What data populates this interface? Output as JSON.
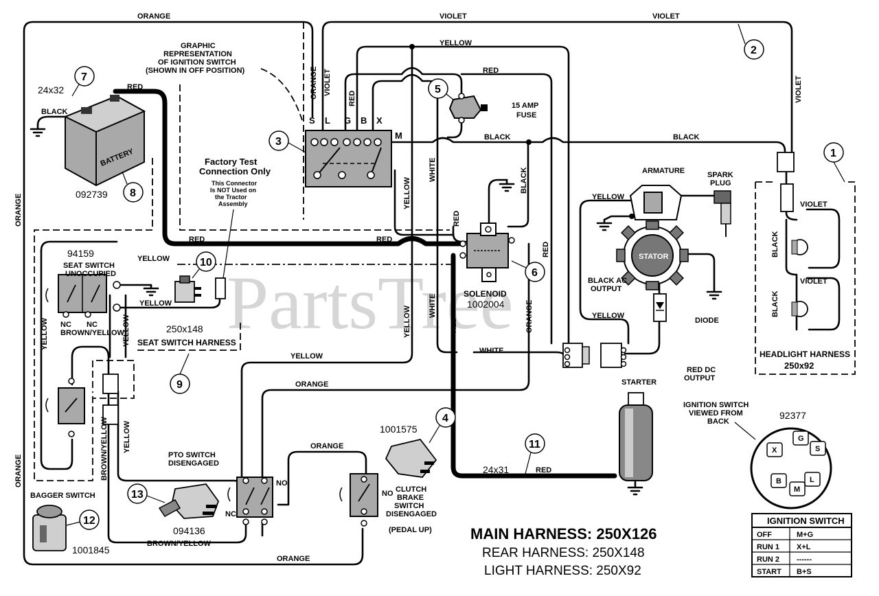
{
  "watermark": "PartsTree",
  "watermark_tm": "TM",
  "wire_labels": {
    "orange_top": "ORANGE",
    "violet_top": "VIOLET",
    "violet_top_right": "VIOLET",
    "violet_right_vertical": "VIOLET",
    "yellow_top": "YELLOW",
    "red_top": "RED",
    "black_mid": "BLACK",
    "black_right": "BLACK",
    "black_solenoid": "BLACK",
    "red_battery": "RED",
    "black_battery": "BLACK",
    "orange_vertical_ign": "ORANGE",
    "violet_vertical_ign": "VIOLET",
    "red_vertical_ign": "RED",
    "yellow_vertical_mid": "YELLOW",
    "white_vertical_top": "WHITE",
    "red_solenoid_side": "RED",
    "red_main_left": "RED",
    "red_main_mid": "RED",
    "white_vertical_low": "WHITE",
    "red_vertical_low": "RED",
    "yellow_vertical_low": "YELLOW",
    "orange_vertical_low": "ORANGE",
    "red_right_vertical": "RED",
    "white_bottom": "WHITE",
    "yellow_seat_top": "YELLOW",
    "yellow_seat_mid": "YELLOW",
    "yellow_bottom_mid": "YELLOW",
    "orange_mid": "ORANGE",
    "orange_clutch": "ORANGE",
    "orange_bottom": "ORANGE",
    "orange_left_top": "ORANGE",
    "orange_left_bottom": "ORANGE",
    "yellow_left_vertical": "YELLOW",
    "yellow_seat_vertical": "YELLOW",
    "brown_yellow_vertical": "BROWN/YELLOW",
    "yellow_pto_vertical": "YELLOW",
    "brown_yellow_bottom": "BROWN/YELLOW",
    "red_starter": "RED",
    "yellow_armature": "YELLOW",
    "yellow_stator": "YELLOW",
    "violet_headlight_top": "VIOLET",
    "violet_headlight_bottom": "VIOLET",
    "black_headlight_top": "BLACK",
    "black_headlight_bottom": "BLACK"
  },
  "components": {
    "ignition_graphic_l1": "GRAPHIC",
    "ignition_graphic_l2": "REPRESENTATION",
    "ignition_graphic_l3": "OF IGNITION SWITCH",
    "ignition_graphic_l4": "(SHOWN IN OFF POSITION)",
    "ign_terms": [
      "S",
      "L",
      "G",
      "B",
      "X"
    ],
    "ign_m": "M",
    "fuse_l1": "15 AMP",
    "fuse_l2": "FUSE",
    "battery_size": "24x32",
    "battery_label": "BATTERY",
    "battery_part": "092739",
    "factory_l1": "Factory Test",
    "factory_l2": "Connection Only",
    "factory_l3": "This Connector",
    "factory_l4": "Is NOT Used on",
    "factory_l5": "the Tractor",
    "factory_l6": "Assembly",
    "seat_part": "94159",
    "seat_l1": "SEAT SWITCH",
    "seat_l2": "UNOCCUPIED",
    "nc_left": "NC",
    "nc_right": "NC",
    "brown_yellow_seat": "BROWN/YELLOW",
    "seat_harness_num": "250x148",
    "seat_harness_label": "SEAT SWITCH HARNESS",
    "solenoid_label": "SOLENOID",
    "solenoid_part": "1002004",
    "armature": "ARMATURE",
    "spark_l1": "SPARK",
    "spark_l2": "PLUG",
    "stator": "STATOR",
    "black_ac_l1": "BLACK AC",
    "black_ac_l2": "OUTPUT",
    "diode": "DIODE",
    "red_dc_l1": "RED DC",
    "red_dc_l2": "OUTPUT",
    "headlight_l1": "HEADLIGHT HARNESS",
    "headlight_l2": "250x92",
    "starter": "STARTER",
    "ign_back_l1": "IGNITION SWITCH",
    "ign_back_l2": "VIEWED FROM",
    "ign_back_l3": "BACK",
    "ign_back_part": "92377",
    "ign_back_terms": [
      "G",
      "X",
      "S",
      "B",
      "M",
      "L"
    ],
    "pto_part_top": "1001575",
    "starter_cable_size": "24x31",
    "pto_l1": "PTO SWITCH",
    "pto_l2": "DISENGAGED",
    "no_pto": "NO",
    "nc_pto": "NC",
    "pto_part": "094136",
    "clutch_l1": "CLUTCH",
    "clutch_l2": "BRAKE",
    "clutch_l3": "SWITCH",
    "clutch_l4": "DISENGAGED",
    "clutch_l5": "(PEDAL UP)",
    "no_clutch": "NO",
    "bagger": "BAGGER SWITCH",
    "bagger_part": "1001845"
  },
  "callouts": [
    "1",
    "2",
    "3",
    "4",
    "5",
    "6",
    "7",
    "8",
    "9",
    "10",
    "11",
    "12",
    "13"
  ],
  "harness": {
    "main": "MAIN HARNESS: 250X126",
    "rear": "REAR HARNESS: 250X148",
    "light": "LIGHT HARNESS: 250X92"
  },
  "ignition_table": {
    "title": "IGNITION SWITCH",
    "rows": [
      {
        "pos": "OFF",
        "conn": "M+G"
      },
      {
        "pos": "RUN 1",
        "conn": "X+L"
      },
      {
        "pos": "RUN 2",
        "conn": "------"
      },
      {
        "pos": "START",
        "conn": "B+S"
      }
    ]
  }
}
